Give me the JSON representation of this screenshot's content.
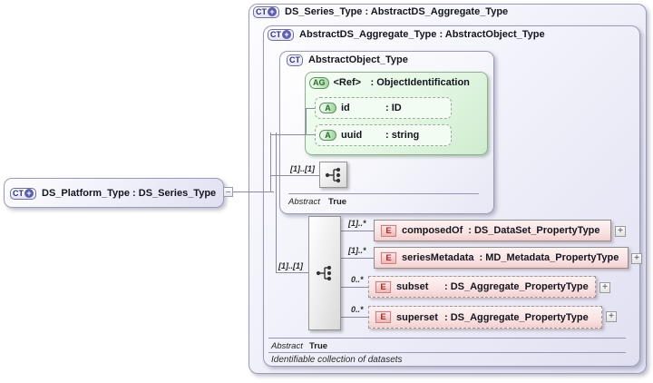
{
  "icons": {
    "complex_type": "CT",
    "plus": "+",
    "attribute_group": "AG",
    "attribute": "A",
    "element": "E",
    "expand": "+"
  },
  "platform": {
    "title": "DS_Platform_Type : DS_Series_Type"
  },
  "series": {
    "title": "DS_Series_Type : AbstractDS_Aggregate_Type"
  },
  "aggregate": {
    "title": "AbstractDS_Aggregate_Type : AbstractObject_Type",
    "sequence_cardinality": "[1]..[1]",
    "abstract_label": "Abstract",
    "abstract_value": "True",
    "annotation": "Identifiable collection of datasets",
    "elements": [
      {
        "cardinality": "[1]..*",
        "name": "composedOf",
        "type": ": DS_DataSet_PropertyType"
      },
      {
        "cardinality": "[1]..*",
        "name": "seriesMetadata",
        "type": ": MD_Metadata_PropertyType"
      },
      {
        "cardinality": "0..*",
        "name": "subset",
        "type": ": DS_Aggregate_PropertyType"
      },
      {
        "cardinality": "0..*",
        "name": "superset",
        "type": ": DS_Aggregate_PropertyType"
      }
    ]
  },
  "object": {
    "title": "AbstractObject_Type",
    "sequence_cardinality": "[1]..[1]",
    "abstract_label": "Abstract",
    "abstract_value": "True",
    "attribute_group": {
      "name": "<Ref>",
      "type": ": ObjectIdentification",
      "attributes": [
        {
          "name": "id",
          "type": ": ID"
        },
        {
          "name": "uuid",
          "type": ": string"
        }
      ]
    }
  }
}
